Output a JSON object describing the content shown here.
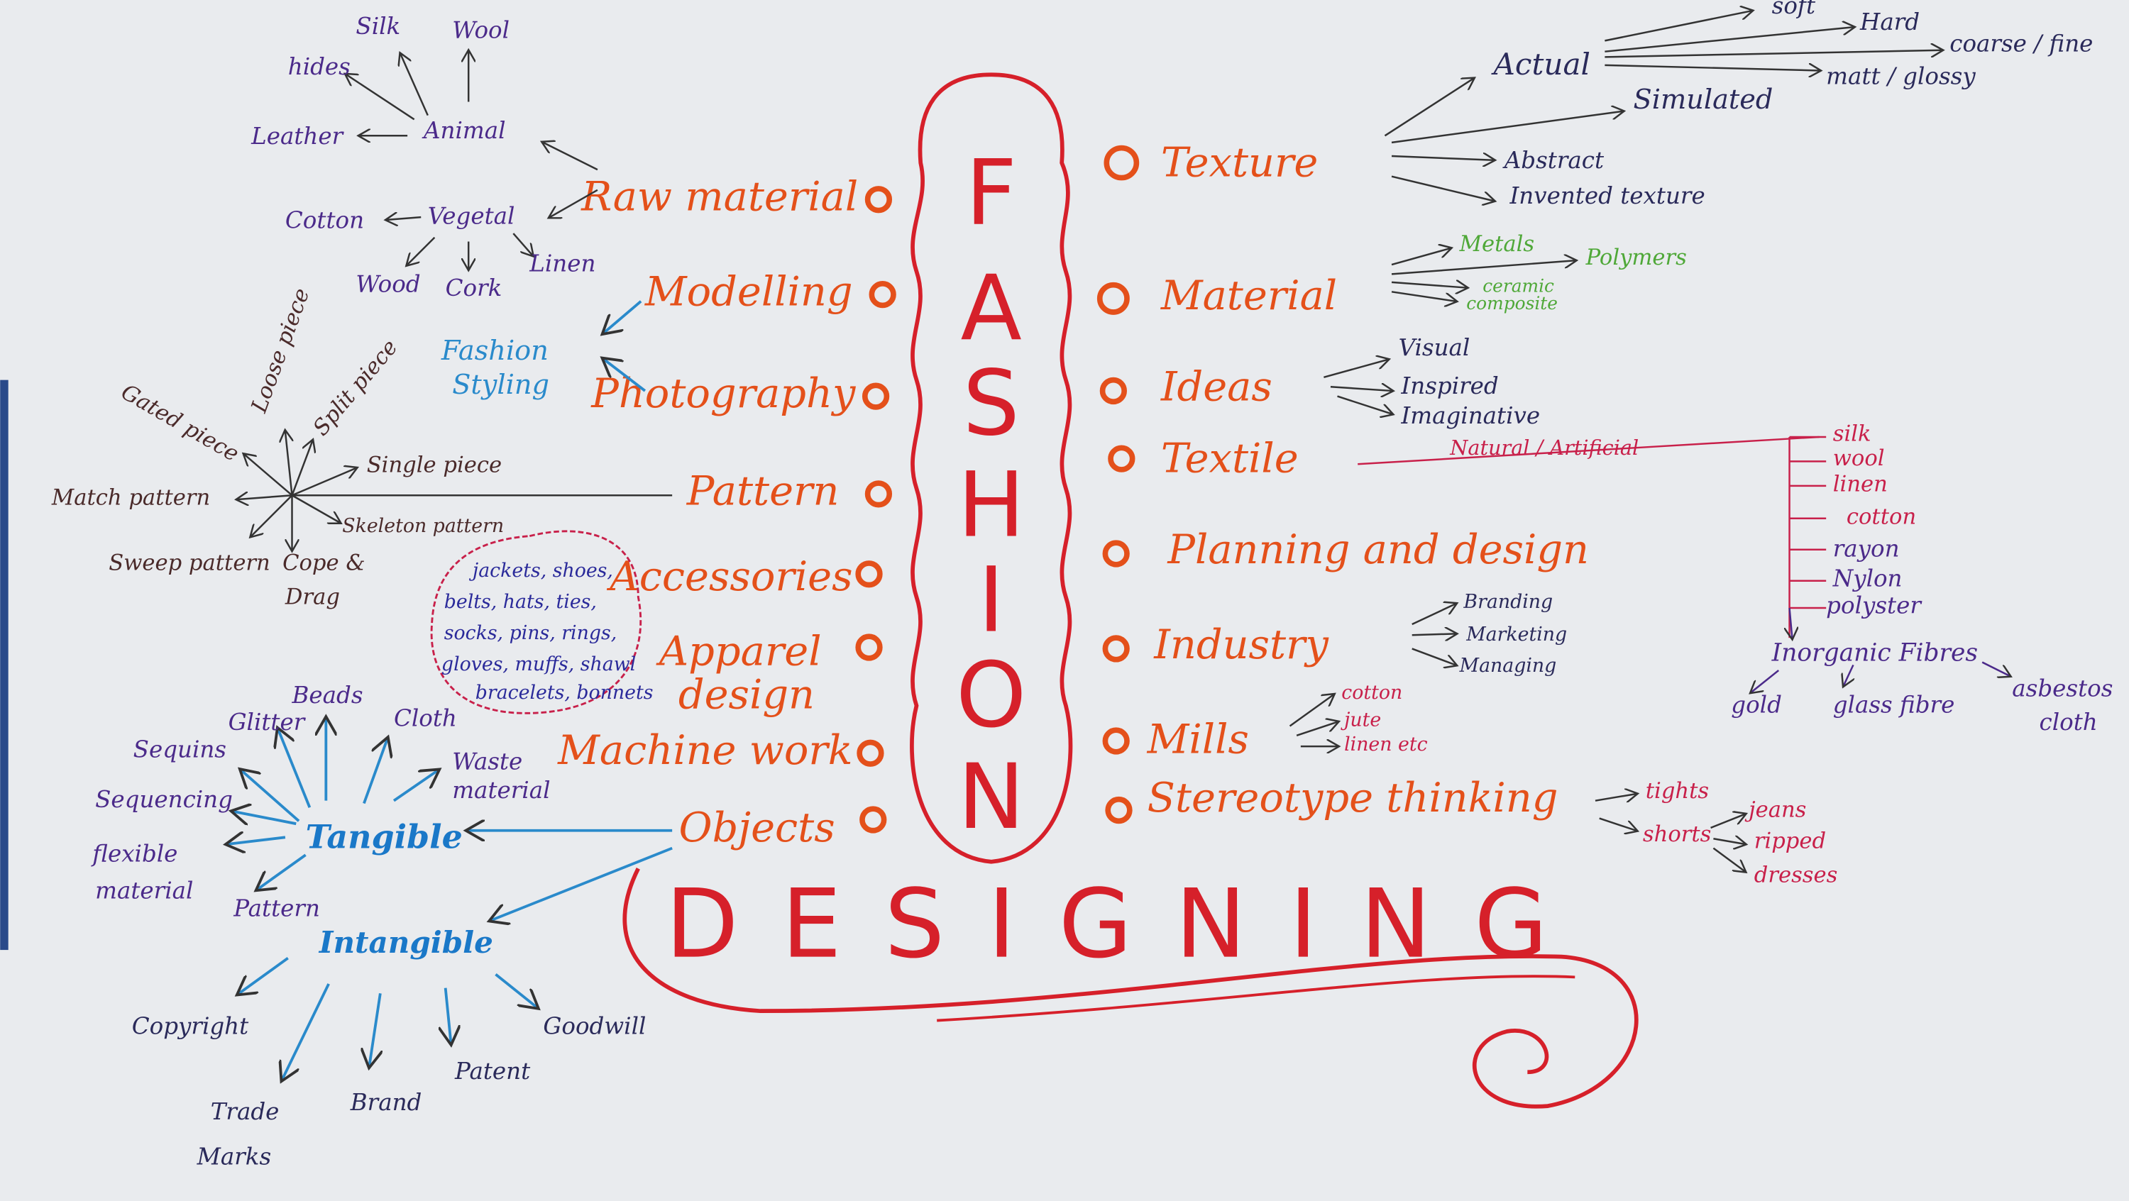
{
  "title": {
    "vertical": [
      "F",
      "A",
      "S",
      "H",
      "I",
      "O",
      "N"
    ],
    "horizontal": "DESIGNING"
  },
  "left_branches": [
    "Raw material",
    "Modelling",
    "Photography",
    "Pattern",
    "Accessories",
    "Apparel",
    "design",
    "Machine work",
    "Objects"
  ],
  "right_branches": [
    "Texture",
    "Material",
    "Ideas",
    "Textile",
    "Planning and design",
    "Industry",
    "Mills",
    "Stereotype thinking"
  ],
  "raw_material": {
    "animal": "Animal",
    "animal_items": [
      "Silk",
      "Wool",
      "hides",
      "Leather"
    ],
    "vegetal": "Vegetal",
    "vegetal_items": [
      "Cotton",
      "Wood",
      "Cork",
      "Linen"
    ]
  },
  "fashion_styling": [
    "Fashion",
    "Styling"
  ],
  "pattern": [
    "Loose piece",
    "Gated piece",
    "Split piece",
    "Single piece",
    "Match pattern",
    "Skeleton pattern",
    "Sweep pattern",
    "Cope &",
    "Drag"
  ],
  "accessories_list": [
    "jackets, shoes,",
    "belts, hats, ties,",
    "socks, pins, rings,",
    "gloves, muffs, shawl",
    "bracelets, bonnets"
  ],
  "objects": {
    "tangible": "Tangible",
    "tangible_items": [
      "Beads",
      "Glitter",
      "Cloth",
      "Sequins",
      "Waste",
      "material",
      "Sequencing",
      "flexible",
      "material",
      "Pattern"
    ],
    "intangible": "Intangible",
    "intangible_items": [
      "Copyright",
      "Trade",
      "Marks",
      "Brand",
      "Patent",
      "Goodwill"
    ]
  },
  "texture": {
    "actual": "Actual",
    "actual_items": [
      "soft",
      "Hard",
      "coarse / fine",
      "matt / glossy"
    ],
    "others": [
      "Simulated",
      "Abstract",
      "Invented texture"
    ]
  },
  "material": [
    "Metals",
    "Polymers",
    "ceramic",
    "composite"
  ],
  "ideas": [
    "Visual",
    "Inspired",
    "Imaginative"
  ],
  "textile": {
    "label": "Natural / Artificial",
    "items": [
      "silk",
      "wool",
      "linen",
      "cotton",
      "rayon",
      "Nylon",
      "polyster"
    ],
    "inorganic": "Inorganic Fibres",
    "inorganic_items": [
      "gold",
      "glass fibre",
      "asbestos",
      "cloth"
    ]
  },
  "industry": [
    "Branding",
    "Marketing",
    "Managing"
  ],
  "mills": [
    "cotton",
    "jute",
    "linen etc"
  ],
  "stereotype": [
    "tights",
    "shorts",
    "jeans",
    "ripped",
    "dresses"
  ],
  "colors": {
    "main": "#e4501a",
    "frame": "#d6202a",
    "text": "#2a2a5a",
    "blue": "#2a8acb",
    "green": "#4fa838"
  }
}
